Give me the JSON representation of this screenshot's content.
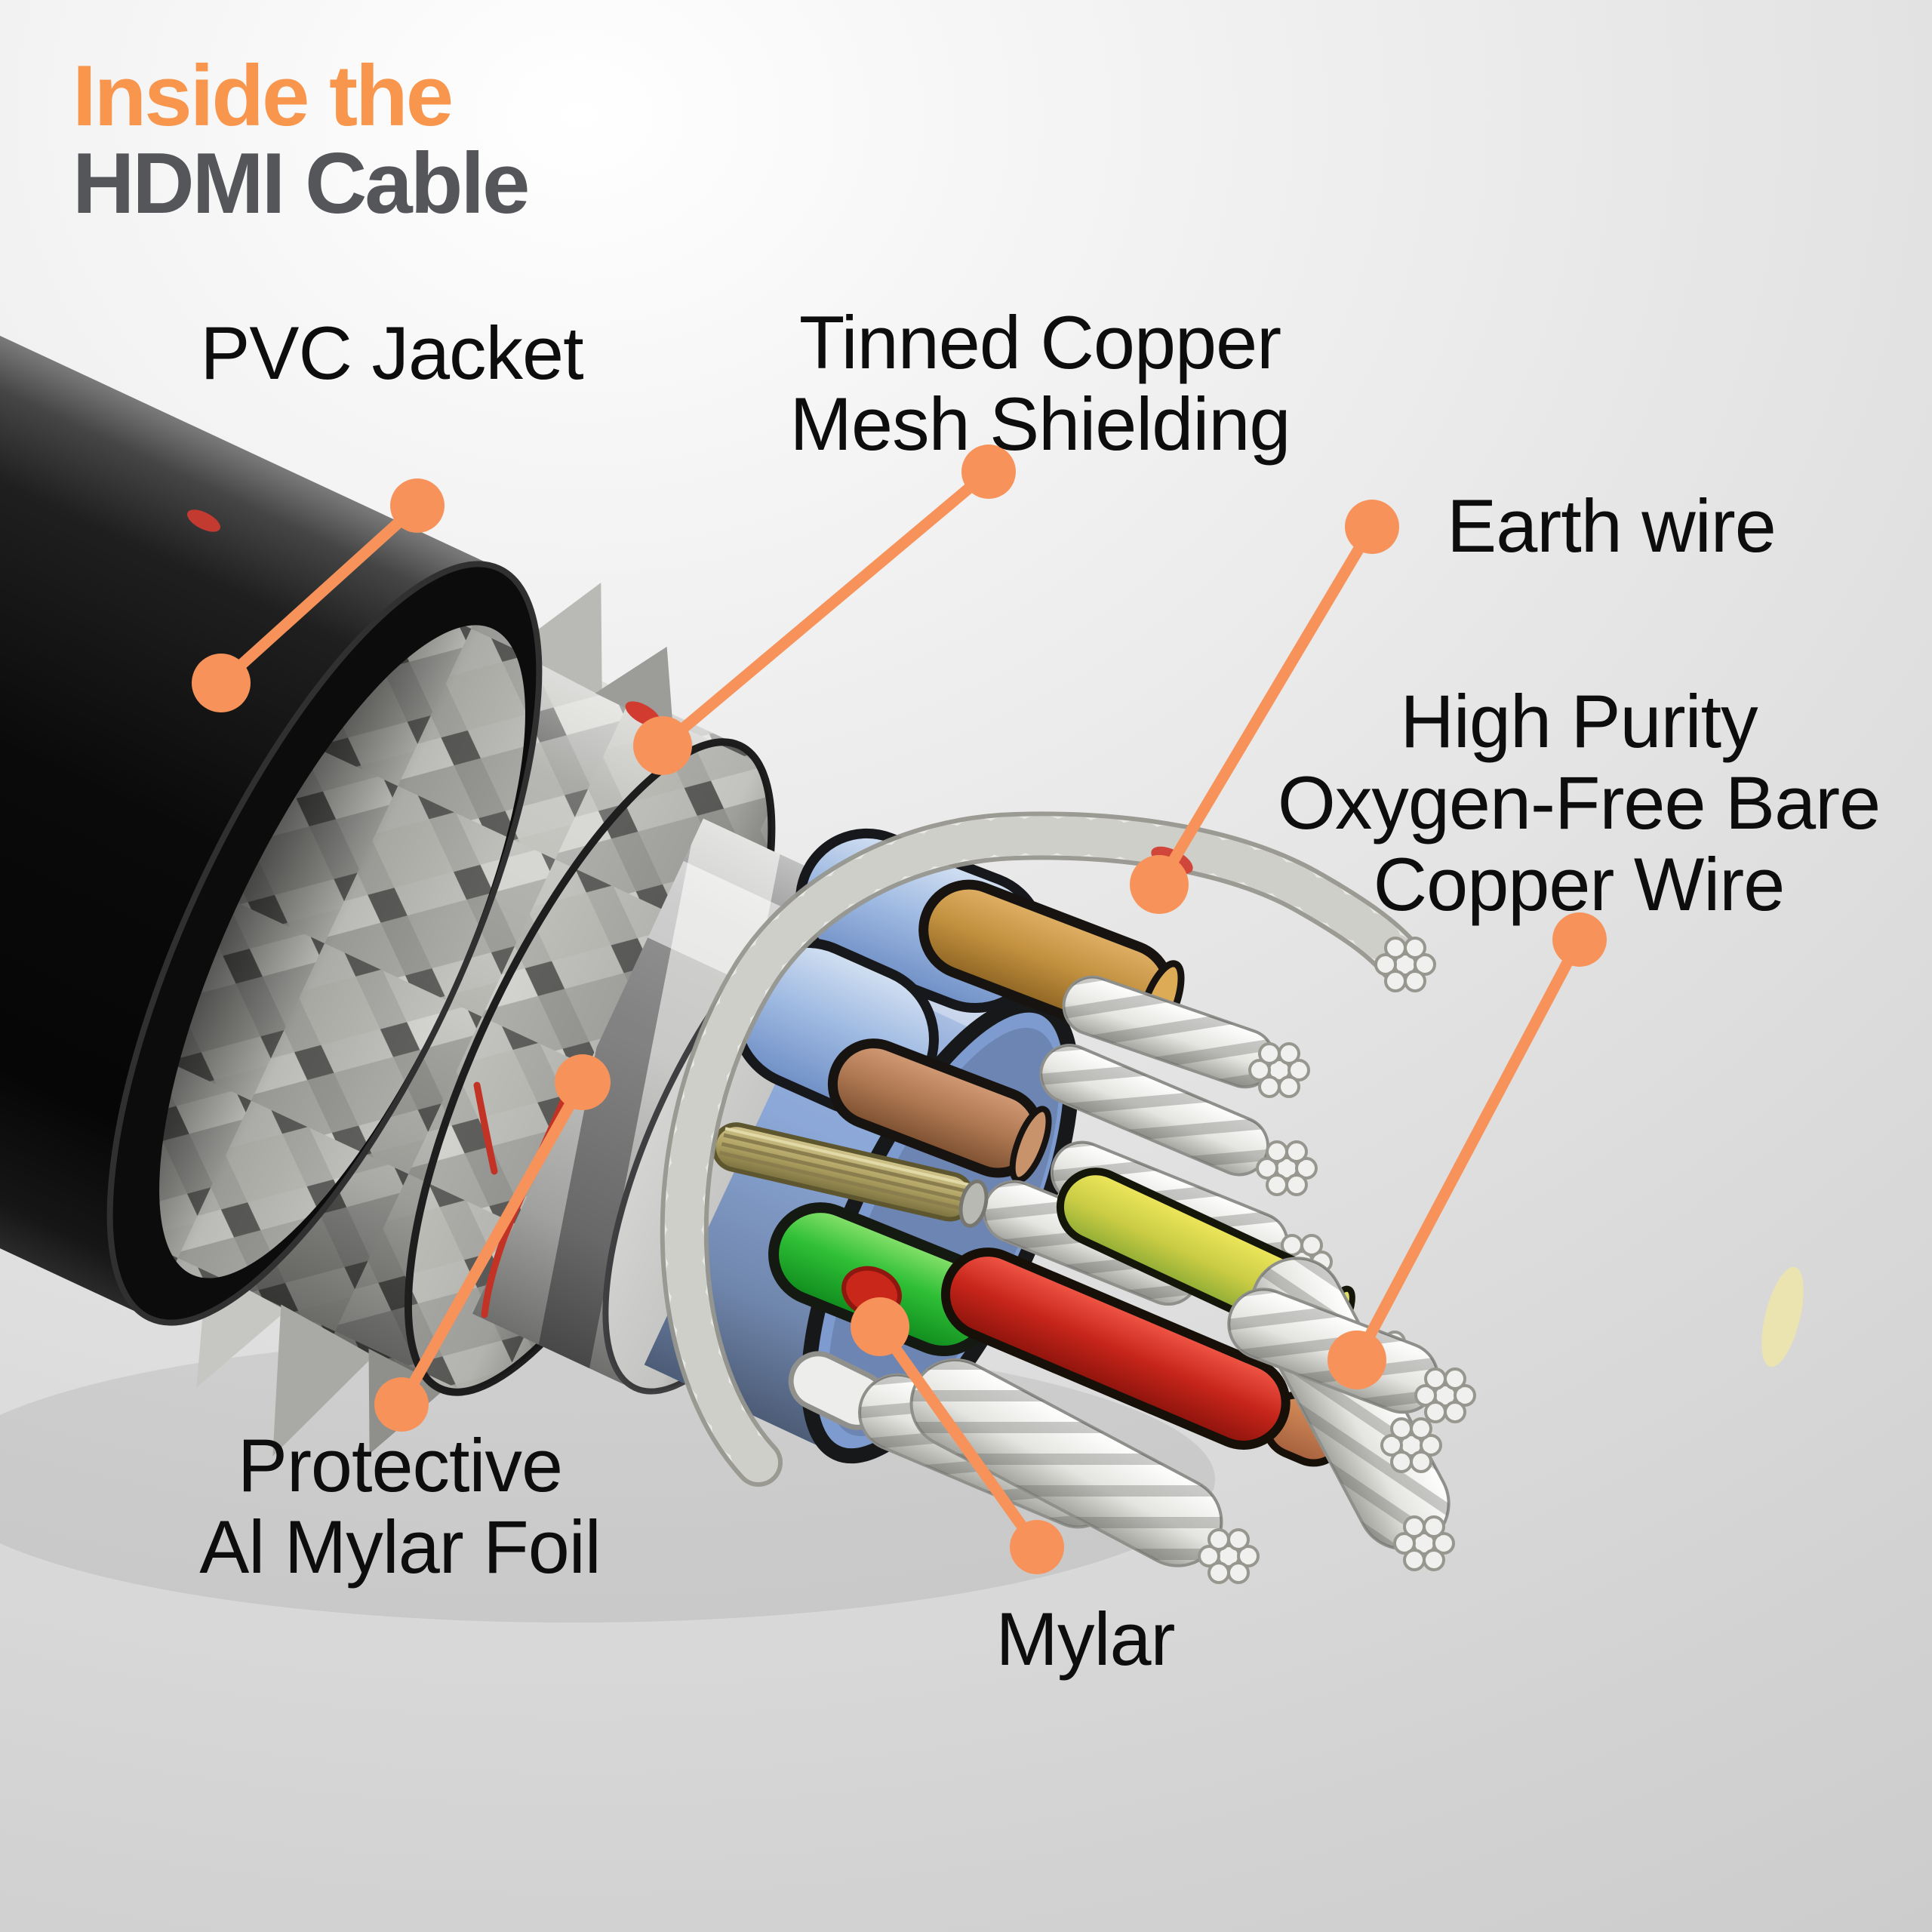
{
  "title": {
    "line1": "Inside the",
    "line2": "HDMI Cable"
  },
  "colors": {
    "title_orange": "#F8964D",
    "title_gray": "#55565A",
    "accent_orange": "#F7935A",
    "label_text": "#0D0D0D",
    "background_light": "#F4F4F4",
    "background_dark": "#C5C5C5",
    "jacket_black": "#0B0B0B",
    "mesh_silver": "#C9C9C5",
    "foil_silver": "#D9D9D9",
    "sheath_blue": "#8CA8D8",
    "wire_green": "#2FBF36",
    "wire_red": "#C6251A",
    "wire_yellow": "#C9CC44",
    "wire_tan": "#C2913F",
    "wire_brown": "#AE7852",
    "strand_white": "#E8E8E4"
  },
  "annotations": [
    {
      "id": "pvc-jacket",
      "lines": [
        "PVC Jacket"
      ]
    },
    {
      "id": "tinned-copper-mesh",
      "lines": [
        "Tinned Copper",
        "Mesh Shielding"
      ]
    },
    {
      "id": "earth-wire",
      "lines": [
        "Earth wire"
      ]
    },
    {
      "id": "bare-copper-wire",
      "lines": [
        "High Purity",
        "Oxygen-Free Bare",
        "Copper Wire"
      ]
    },
    {
      "id": "al-mylar-foil",
      "lines": [
        "Protective",
        "Al Mylar Foil"
      ]
    },
    {
      "id": "mylar",
      "lines": [
        "Mylar"
      ]
    }
  ],
  "diagram_part_names": [
    "pvc-jacket-layer",
    "tinned-copper-mesh-layer",
    "al-mylar-foil-layer",
    "blue-inner-sheath",
    "earth-wire-strand",
    "bare-copper-strands",
    "green-wire",
    "red-wire",
    "yellow-wire",
    "tan-wire",
    "brown-wire",
    "khaki-drain-wire",
    "mylar-core"
  ]
}
